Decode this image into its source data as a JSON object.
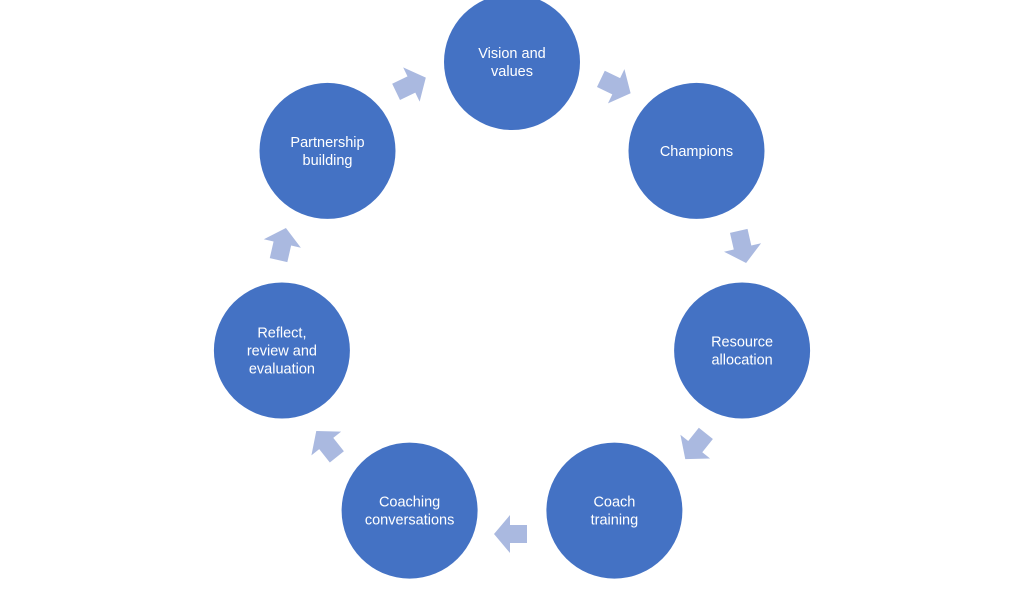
{
  "diagram": {
    "type": "cycle",
    "colors": {
      "node_fill": "#4472C4",
      "node_text": "#FFFFFF",
      "arrow_fill": "#AAB9E0",
      "background": "#FFFFFF"
    },
    "nodes": [
      {
        "id": "vision",
        "lines": [
          "Vision and",
          "values"
        ]
      },
      {
        "id": "champions",
        "lines": [
          "Champions"
        ]
      },
      {
        "id": "resource",
        "lines": [
          "Resource",
          "allocation"
        ]
      },
      {
        "id": "coach-training",
        "lines": [
          "Coach",
          "training"
        ]
      },
      {
        "id": "coaching-conversations",
        "lines": [
          "Coaching",
          "conversations"
        ]
      },
      {
        "id": "reflect",
        "lines": [
          "Reflect,",
          "review and",
          "evaluation"
        ]
      },
      {
        "id": "partnership",
        "lines": [
          "Partnership",
          "building"
        ]
      }
    ],
    "arrow_icon": "chevron-arrow-icon",
    "direction": "clockwise"
  }
}
